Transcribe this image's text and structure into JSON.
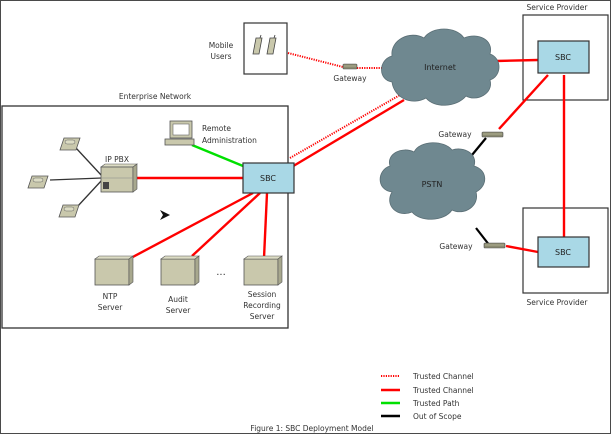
{
  "caption": "Figure 1: SBC Deployment Model",
  "colors": {
    "trusted_channel": "#ff0000",
    "trusted_path": "#00e000",
    "out_of_scope": "#000000",
    "cloud": "#6f8890",
    "sbc_fill": "#a9d8e6",
    "device": "#c9c8ac"
  },
  "zones": {
    "enterprise": "Enterprise Network",
    "service_provider_top": "Service Provider",
    "service_provider_bottom": "Service Provider"
  },
  "clouds": {
    "internet": "Internet",
    "pstn": "PSTN"
  },
  "nodes": {
    "mobile_users": [
      "Mobile",
      "Users"
    ],
    "gateway_internet": "Gateway",
    "gateway_pstn_top": "Gateway",
    "gateway_pstn_bottom": "Gateway",
    "enterprise_sbc": "SBC",
    "sp_top_sbc": "SBC",
    "sp_bottom_sbc": "SBC",
    "ip_pbx": "IP PBX",
    "remote_admin": [
      "Remote",
      "Administration"
    ],
    "ntp_server": [
      "NTP",
      "Server"
    ],
    "audit_server": [
      "Audit",
      "Server"
    ],
    "session_recording_server": [
      "Session",
      "Recording",
      "Server"
    ],
    "ellipsis": "..."
  },
  "legend": [
    {
      "style": "dotted",
      "color": "#ff0000",
      "label": "Trusted Channel"
    },
    {
      "style": "solid",
      "color": "#ff0000",
      "label": "Trusted Channel"
    },
    {
      "style": "solid",
      "color": "#00e000",
      "label": "Trusted Path"
    },
    {
      "style": "solid",
      "color": "#000000",
      "label": "Out of Scope"
    }
  ]
}
